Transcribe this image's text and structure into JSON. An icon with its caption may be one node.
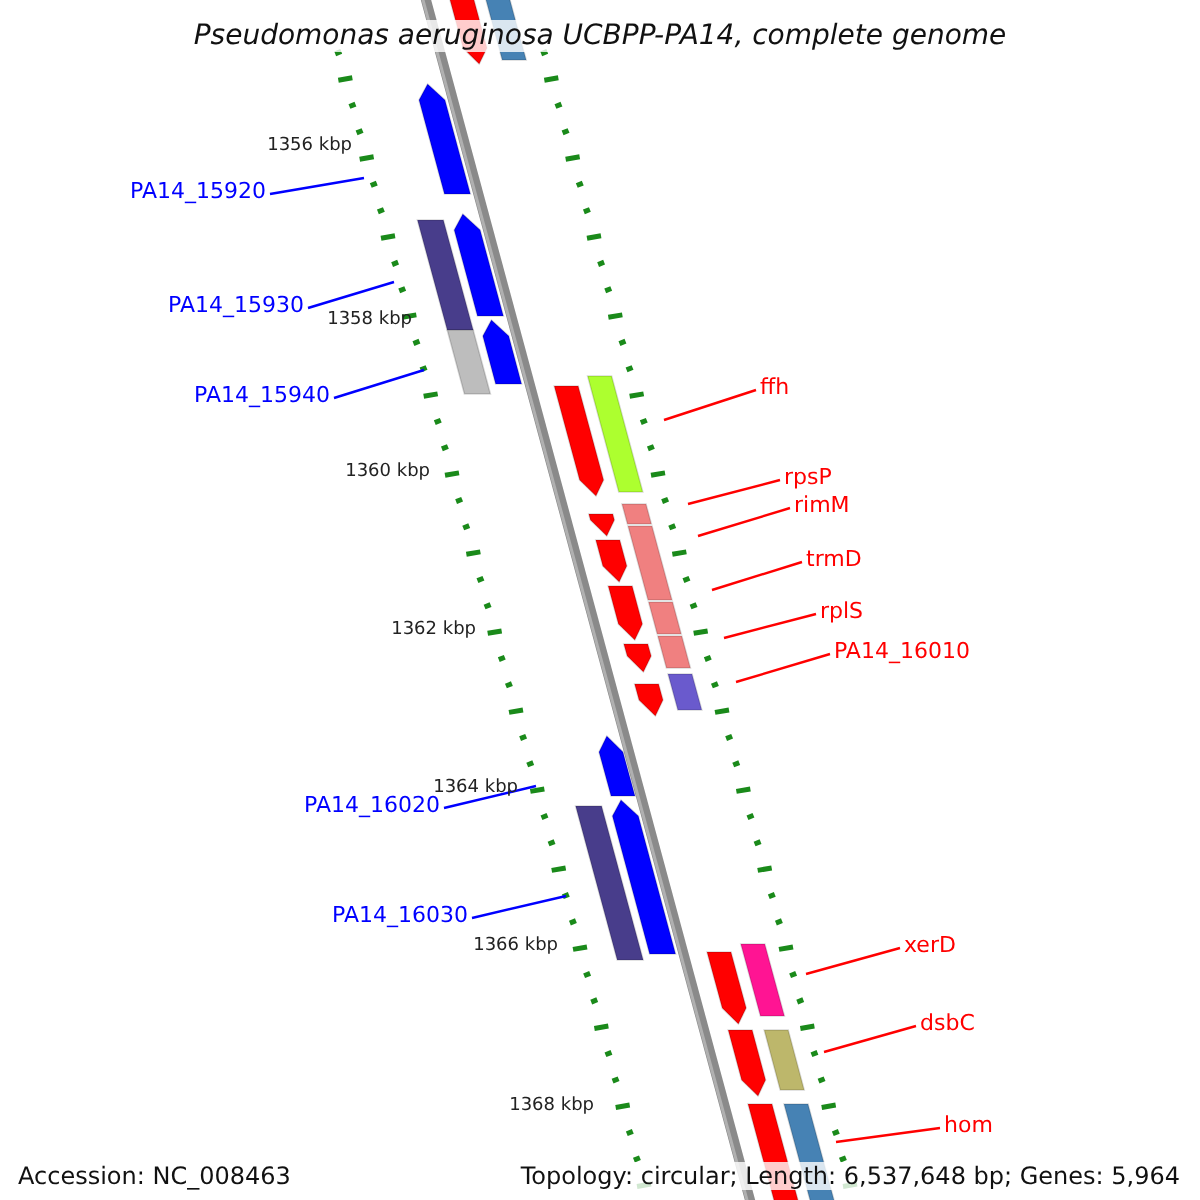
{
  "diagram": {
    "title": "Pseudomonas aeruginosa UCBPP-PA14, complete genome",
    "nodes": [
      {
        "text": [
          "PA14_15920"
        ]
      },
      {
        "text": [
          "PA14_15930"
        ]
      },
      {
        "text": [
          "ffh"
        ]
      },
      {
        "text": [
          "PA14_15940"
        ]
      },
      {
        "text": [
          "rpsP"
        ]
      },
      {
        "text": [
          "rimM"
        ]
      },
      {
        "text": [
          "trmD"
        ]
      },
      {
        "text": [
          "rplS"
        ]
      },
      {
        "text": [
          "PA14_16010"
        ]
      },
      {
        "text": [
          "PA14_16020"
        ]
      },
      {
        "text": [
          "PA14_16030"
        ]
      },
      {
        "text": [
          "xerD"
        ]
      },
      {
        "text": [
          "dsbC"
        ]
      },
      {
        "text": [
          "hom"
        ]
      }
    ],
    "edges": [
      {
        "from": 0,
        "to": null,
        "arrow": "none",
        "color": "#0000ff"
      },
      {
        "from": 1,
        "to": null,
        "arrow": "none",
        "color": "#0000ff"
      },
      {
        "from": 2,
        "to": null,
        "arrow": "none"
      },
      {
        "from": 3,
        "to": null,
        "arrow": "none",
        "color": "#0000ff"
      },
      {
        "from": 4,
        "to": null,
        "arrow": "none"
      },
      {
        "from": 5,
        "to": null,
        "arrow": "none"
      },
      {
        "from": 6,
        "to": null,
        "arrow": "none"
      },
      {
        "from": 7,
        "to": null,
        "arrow": "none"
      },
      {
        "from": 8,
        "to": null,
        "arrow": "none"
      },
      {
        "from": 9,
        "to": null,
        "arrow": "none",
        "color": "#0000ff"
      },
      {
        "from": 10,
        "to": null,
        "arrow": "none",
        "color": "#0000ff"
      },
      {
        "from": 11,
        "to": null,
        "arrow": "none"
      },
      {
        "from": 12,
        "to": null,
        "arrow": "none"
      },
      {
        "from": 13,
        "to": null,
        "arrow": "none"
      }
    ],
    "labels": [
      "1356 kbp",
      "1358 kbp",
      "1360 kbp",
      "1362 kbp",
      "1364 kbp",
      "1366 kbp",
      "1368 kbp",
      "Accession: NC_008463",
      "Topology: circular; Length: 6,537,648 bp; Genes: 5,964"
    ]
  }
}
